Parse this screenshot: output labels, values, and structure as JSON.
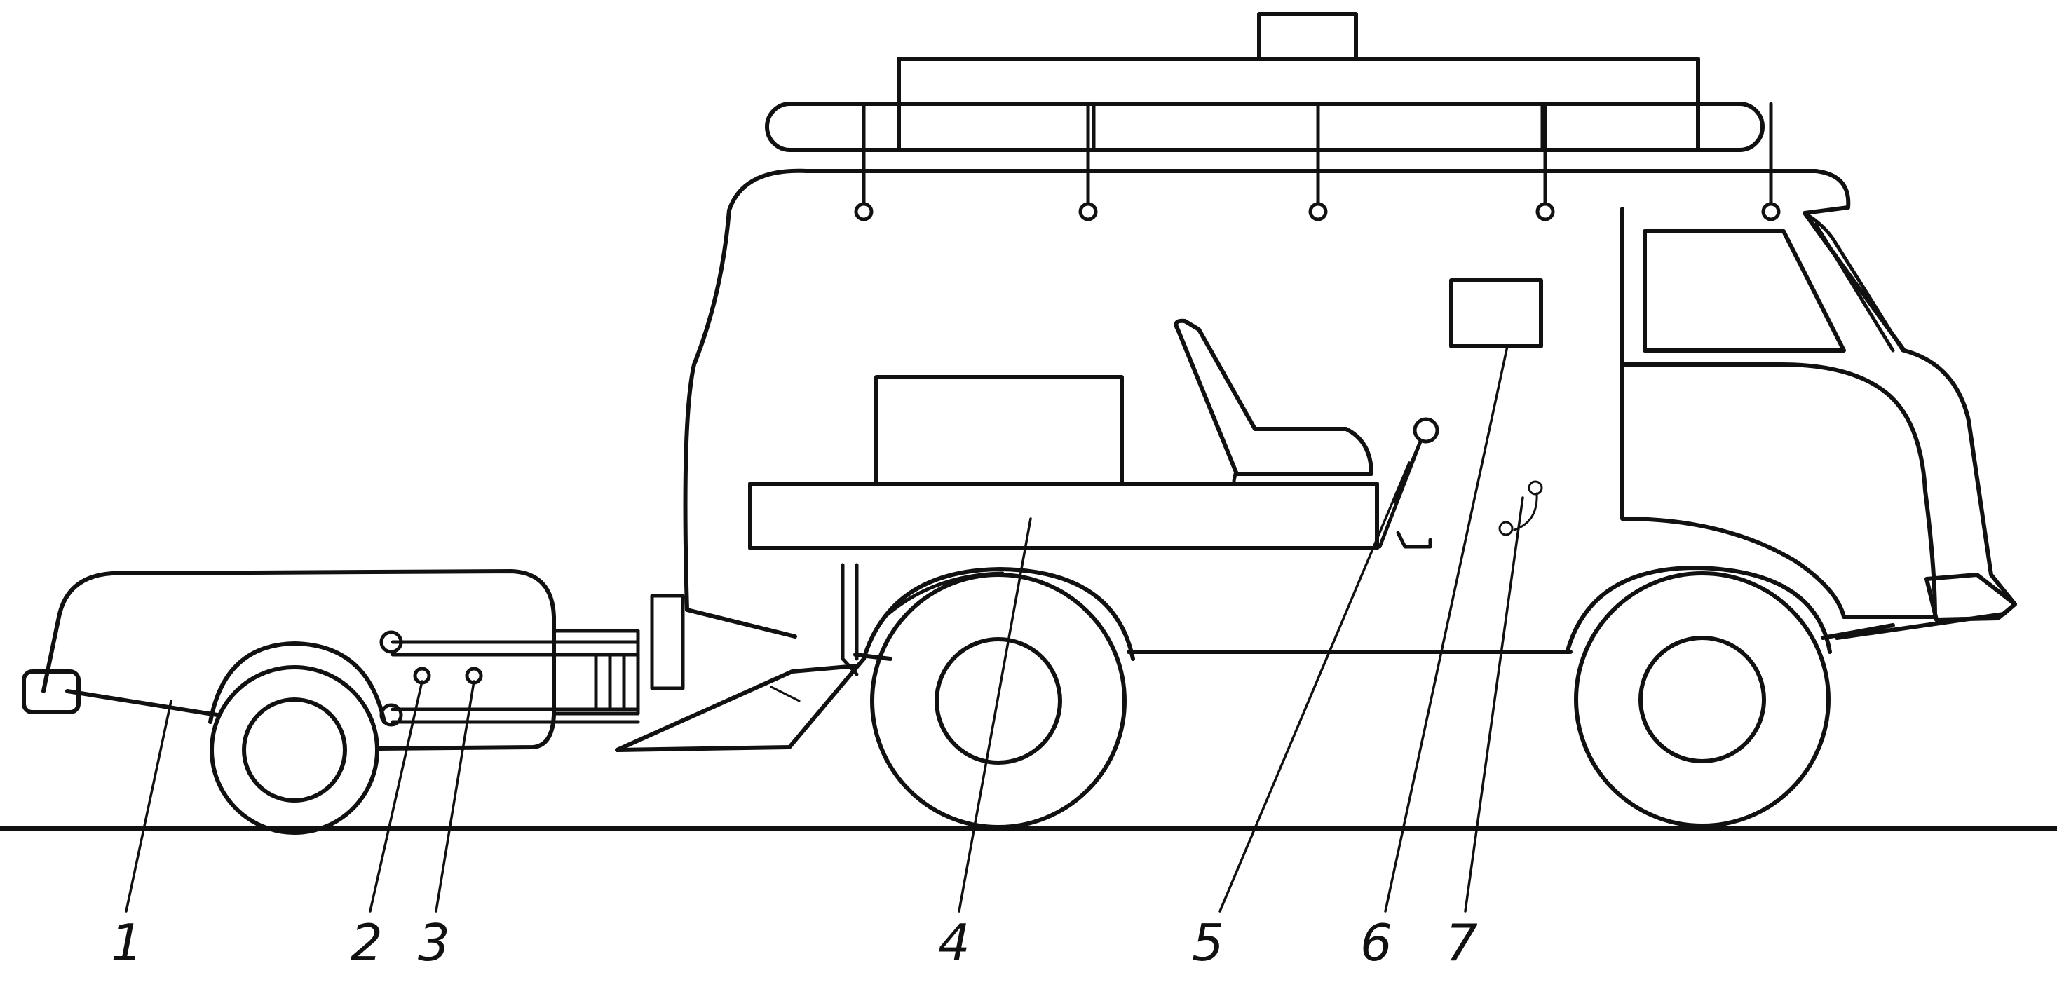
{
  "colors": {
    "ink": "#111111",
    "paper": "#ffffff"
  },
  "callouts": [
    {
      "id": "1",
      "label": "1"
    },
    {
      "id": "2",
      "label": "2"
    },
    {
      "id": "3",
      "label": "3"
    },
    {
      "id": "4",
      "label": "4"
    },
    {
      "id": "5",
      "label": "5"
    },
    {
      "id": "6",
      "label": "6"
    },
    {
      "id": "7",
      "label": "7"
    }
  ]
}
